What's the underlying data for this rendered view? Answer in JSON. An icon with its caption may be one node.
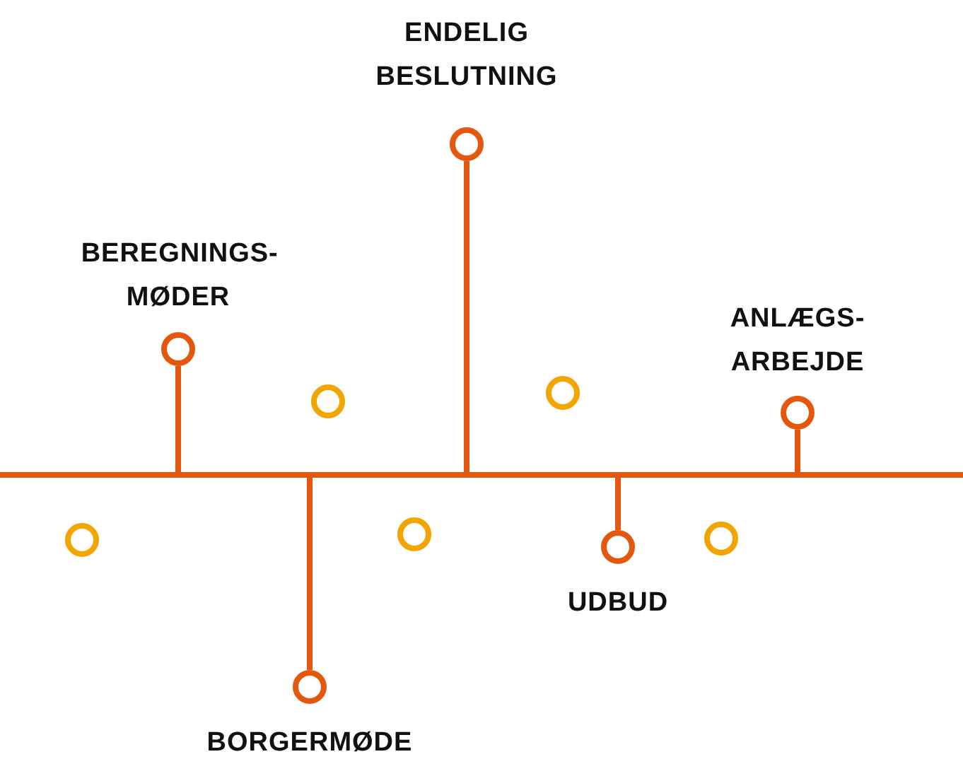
{
  "diagram": {
    "nodes": [
      {
        "text": [
          "ENDELIG BESLUTNING"
        ]
      },
      {
        "text": [
          "BEREGNINGS- MØDER"
        ]
      },
      {
        "text": [
          "ANLÆGS- ARBEJDE"
        ]
      },
      {
        "text": [],
        "shape": "circle"
      },
      {
        "text": [],
        "shape": "circle"
      },
      {
        "text": [],
        "shape": "bar"
      },
      {
        "text": [],
        "shape": "circle"
      },
      {
        "text": [],
        "shape": "circle"
      },
      {
        "text": [],
        "shape": "circle"
      },
      {
        "text": [
          "UDBUD"
        ]
      },
      {
        "text": [
          "BORGERMØDE"
        ]
      }
    ],
    "edges": [
      {
        "from": 1,
        "to": 5,
        "arrow": "none"
      },
      {
        "from": 10,
        "to": 5,
        "arrow": "none"
      },
      {
        "from": 0,
        "to": 5,
        "arrow": "none"
      },
      {
        "from": 9,
        "to": 5,
        "arrow": "none"
      },
      {
        "from": 2,
        "to": 5,
        "arrow": "none"
      }
    ]
  }
}
